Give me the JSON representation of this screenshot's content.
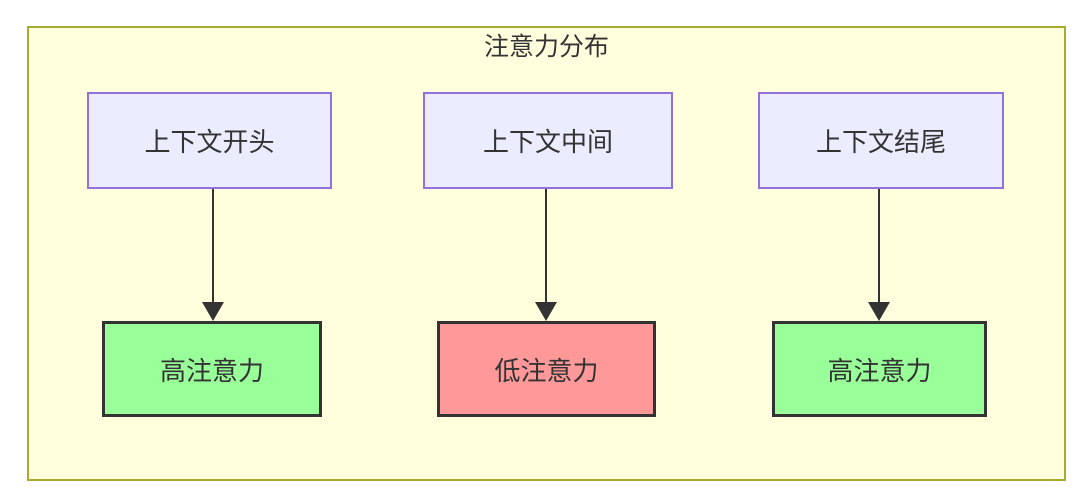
{
  "diagram": {
    "title": "注意力分布",
    "nodes": {
      "top": [
        {
          "label": "上下文开头"
        },
        {
          "label": "上下文中间"
        },
        {
          "label": "上下文结尾"
        }
      ],
      "bottom": [
        {
          "label": "高注意力",
          "level": "high"
        },
        {
          "label": "低注意力",
          "level": "low"
        },
        {
          "label": "高注意力",
          "level": "high"
        }
      ]
    },
    "edges": [
      {
        "from": "上下文开头",
        "to": "高注意力"
      },
      {
        "from": "上下文中间",
        "to": "低注意力"
      },
      {
        "from": "上下文结尾",
        "to": "高注意力"
      }
    ],
    "colors": {
      "container_fill": "#ffffde",
      "container_border": "#aaaa33",
      "node_fill": "#ececff",
      "node_border": "#9370db",
      "high_fill": "#99ff99",
      "low_fill": "#ff9999",
      "result_border": "#333333",
      "text": "#333333",
      "arrow": "#333333"
    }
  }
}
